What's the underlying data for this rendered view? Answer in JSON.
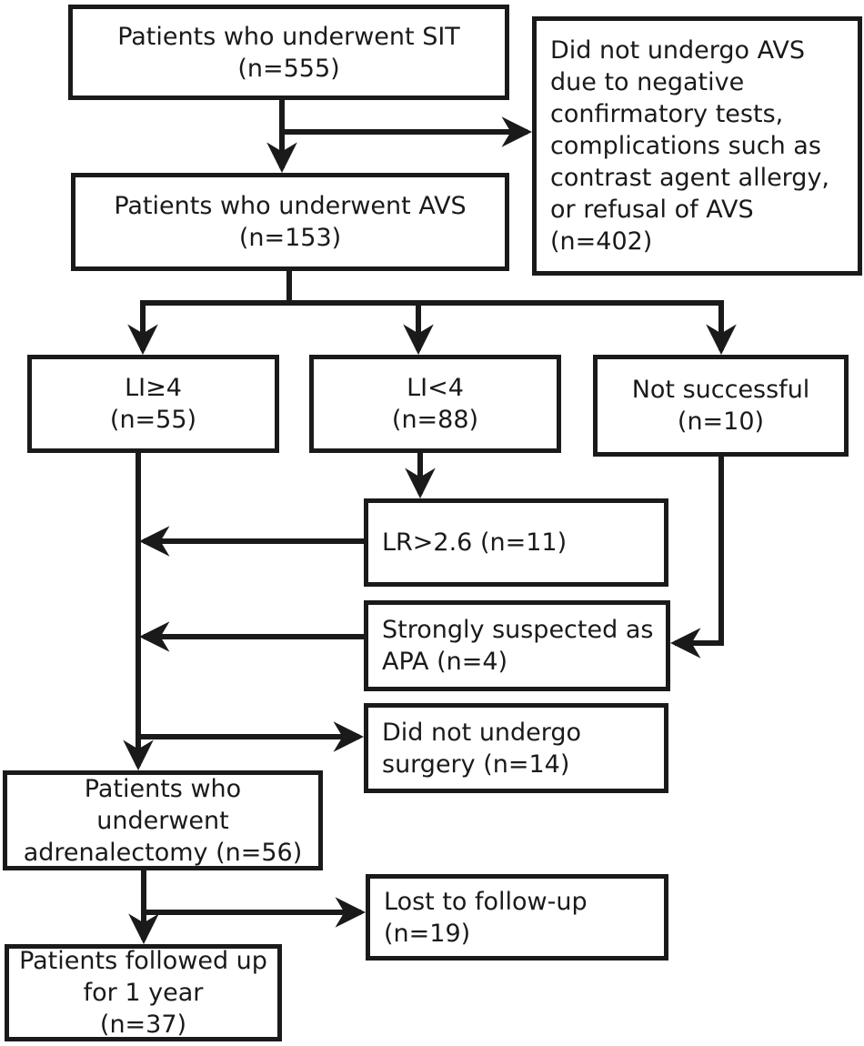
{
  "diagram": {
    "type": "flowchart",
    "nodes": {
      "sit": {
        "text": "Patients who underwent SIT\n(n=555)"
      },
      "no_avs": {
        "text": "Did not undergo AVS\ndue to negative\nconfirmatory tests,\ncomplications such as\ncontrast agent allergy,\nor refusal of AVS\n(n=402)"
      },
      "avs": {
        "text": "Patients who underwent AVS\n(n=153)"
      },
      "li_ge4": {
        "text": "LI≥4\n(n=55)"
      },
      "li_lt4": {
        "text": "LI<4\n(n=88)"
      },
      "not_successful": {
        "text": "Not successful\n(n=10)"
      },
      "lr": {
        "text": "LR>2.6 (n=11)"
      },
      "apa": {
        "text": "Strongly suspected as\nAPA (n=4)"
      },
      "no_surgery": {
        "text": "Did not undergo\nsurgery (n=14)"
      },
      "adrenalectomy": {
        "text": "Patients who\nunderwent\nadrenalectomy (n=56)"
      },
      "lost_followup": {
        "text": "Lost to follow-up\n(n=19)"
      },
      "followed_1yr": {
        "text": "Patients followed up\nfor 1 year\n(n=37)"
      }
    },
    "colors": {
      "line": "#1a1a1a",
      "box_border": "#1a1a1a",
      "background": "#ffffff",
      "text": "#1a1a1a"
    }
  }
}
